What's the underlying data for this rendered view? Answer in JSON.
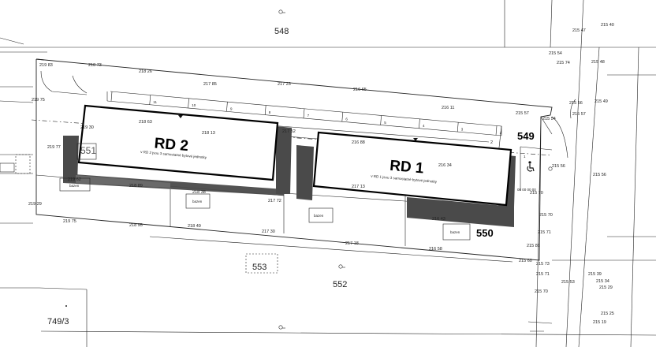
{
  "parcels": {
    "p548": "548",
    "p549": "549",
    "p550": "550",
    "p551": "551",
    "p552": "552",
    "p553": "553",
    "p749_3": "749/3"
  },
  "houses": {
    "rd2": {
      "title": "RD 2",
      "note": "v RD 2 jsou 3 samostatné bytové jednotky"
    },
    "rd1": {
      "title": "RD 1",
      "note": "v RD 1 jsou 3 samostatné bytové jednotky"
    }
  },
  "pools": {
    "pool1": "bazen",
    "pool2": "bazen",
    "pool3": "bazen",
    "pool4": "bazen"
  },
  "parking_numbers": [
    "11",
    "10",
    "9",
    "8",
    "7",
    "6",
    "5",
    "4",
    "3",
    "2"
  ],
  "extra_parking": "2",
  "parking_one": "1",
  "accessible_icon": "wheelchair-icon",
  "elevations": {
    "e1": "219 83",
    "e2": "218 73",
    "e3": "218 26",
    "e4": "217 85",
    "e5": "217 23",
    "e6": "216 65",
    "e7": "216 11",
    "e8": "215 57",
    "e9": "215 47",
    "e10": "215 40",
    "e11": "215 54",
    "e12": "215 74",
    "e13": "215 48",
    "e14": "215 56",
    "e15": "215 49",
    "e16": "219 75",
    "e17": "219 30",
    "e18": "218 63",
    "e19": "218 13",
    "e20": "217 52",
    "e21": "216 88",
    "e22": "219 77",
    "e23": "219 62",
    "e24": "218 89",
    "e25": "218 38",
    "e26": "217 72",
    "e27": "216 34",
    "e28": "217 13",
    "e29": "216 43",
    "e30": "219 29",
    "e31": "219 75",
    "e32": "218 95",
    "e33": "218 49",
    "e34": "217 30",
    "e35": "217 18",
    "e36": "216 58",
    "e37": "215 57",
    "e38": "215 54",
    "e39": "215 56",
    "e40": "215 56",
    "e41": "215 70",
    "e42": "215 70",
    "e43": "215 71",
    "e44": "215 89",
    "e45": "215 60",
    "e46": "215 73",
    "e47": "215 71",
    "e48": "215 53",
    "e49": "215 39",
    "e50": "215 34",
    "e51": "215 29",
    "e52": "215 70",
    "e53": "215 25",
    "e54": "215 19",
    "e55": "00 00 00 00"
  }
}
